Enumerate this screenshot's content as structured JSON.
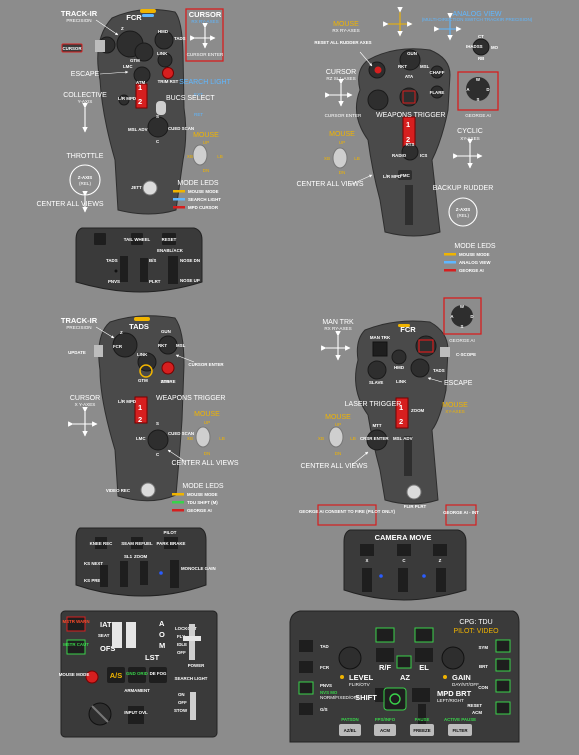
{
  "colors": {
    "background": "#8c8c8c",
    "grip": "#4a4a4a",
    "panel": "#3a3a3a",
    "highlight_red": "#d61f1f",
    "mouse_mode": "#f0b400",
    "analog_view": "#5fb7ff",
    "search_light": "#5fb7ff",
    "mpd_cursor": "#d61f1f",
    "tdu_shift": "#39d24a",
    "george_ai": "#d61f1f"
  },
  "g1": {
    "track_ir": "TRACK-IR",
    "precision": "PRECISION",
    "fcr": "FCR",
    "z": "Z",
    "hmd": "HMD",
    "gtm": "GTM",
    "tads": "TADS",
    "lmc": "LMC",
    "link": "LINK",
    "atm": "ATM",
    "cursor_btn": "CURSOR",
    "cursor_label": "CURSOR",
    "cursor_sub": "RX RY-AXES",
    "cursor_enter": "CURSOR ENTER",
    "escape": "ESCAPE",
    "collective": "COLLECTIVE",
    "y_axis": "Y-AXIS",
    "throttle": "THROTTLE",
    "z_axis": "Z-AXIS",
    "rel": "(REL)",
    "trim_rst": "TRIM RST",
    "search_light": "SEARCH LIGHT",
    "bucs_select": "BUCS SELECT",
    "ext": "EXT",
    "ret": "RET",
    "l_r_mpd": "L/R MPD",
    "msl_adv": "MSL ADV",
    "cued_scan": "CUED SCAN",
    "s": "S",
    "c": "C",
    "mouse": "MOUSE",
    "up": "UP",
    "dn": "DN",
    "xb": "XB",
    "lb": "LB",
    "num1": "1",
    "num2": "2",
    "jett": "JETT",
    "center_all_views": "CENTER ALL VIEWS",
    "mode_leds": "MODE LEDS",
    "legend": [
      "MOUSE MODE",
      "SEARCH LIGHT",
      "MPD CURSOR"
    ]
  },
  "p1": {
    "tads": "TADS",
    "tail_wheel": "TAIL WHEEL",
    "reset": "RESET",
    "pnvs": "PNVS",
    "bs": "B/S",
    "plrt": "PLRT",
    "enable_ack": "ENABL/ACK",
    "nose_dn": "NOSE DN",
    "nose_up": "NOSE UP"
  },
  "g2": {
    "mouse": "MOUSE",
    "mouse_sub": "RX RY-AXES",
    "analog_view": "ANALOG VIEW",
    "analog_sub": "(MULTI-DIRECTION SWITCH TRACKIR PRECISION)",
    "reset_all_rudder": "RESET ALL RUDDER AXES",
    "cursor": "CURSOR",
    "cursor_sub": "RZ SL1-AXES",
    "cursor_enter": "CURSOR ENTER",
    "gun": "GUN",
    "rkt": "RKT",
    "msl": "MSL",
    "atk": "ATA",
    "chaff": "CHAFF",
    "flare": "FLARE",
    "ihadss": "IHADSS",
    "ct": "CT",
    "mo": "MO",
    "rb": "RB",
    "weapons_trigger": "WEAPONS TRIGGER",
    "george_ai": "GEORGE AI",
    "w": "W",
    "a": "A",
    "d": "D",
    "s": "S",
    "num1": "1",
    "num2": "2",
    "up": "UP",
    "dn": "DN",
    "xb": "XB",
    "lb": "LB",
    "rts": "RTS",
    "radio": "RADIO",
    "ics": "ICS",
    "fmc": "FMC",
    "l_r_mpd": "L/R MPD",
    "cyclic": "CYCLIC",
    "xy_axes": "XY-AXES",
    "backup_rudder": "BACKUP RUDDER",
    "z_axis": "Z-AXIS",
    "rel": "(REL)",
    "center_all_views": "CENTER ALL VIEWS",
    "mode_leds": "MODE LEDS",
    "legend": [
      "MOUSE MODE",
      "ANALOG VIEW",
      "GEORGE AI"
    ]
  },
  "g3": {
    "track_ir": "TRACK-IR",
    "precision": "PRECISION",
    "tads": "TADS",
    "fcr": "FCR",
    "gtm": "GTM",
    "ata": "ATA",
    "link": "LINK",
    "lmc": "LMC",
    "gun": "GUN",
    "rkt": "RKT",
    "msl": "MSL",
    "update": "UPDATE",
    "cursor_enter": "CURSOR ENTER",
    "store": "STORE",
    "cursor": "CURSOR",
    "cursor_sub": "X Y-AXES",
    "weapons_trigger": "WEAPONS TRIGGER",
    "l_r_mpd": "L/R MPD",
    "mouse": "MOUSE",
    "up": "UP",
    "dn": "DN",
    "xb": "XB",
    "lb": "LB",
    "s": "S",
    "c": "C",
    "cued_scan": "CUED SCAN",
    "num1": "1",
    "num2": "2",
    "center_all_views": "CENTER ALL VIEWS",
    "video_rec": "VIDEO REC",
    "mode_leds": "MODE LEDS",
    "legend": [
      "MOUSE MODE",
      "TDU SHIFT (M)",
      "GEORGE AI"
    ]
  },
  "p3": {
    "pilot": "PILOT",
    "knee_rec": "KNEE REC",
    "seam_refuel": "SEAM REFUEL",
    "park_brake": "PARK BRAKE",
    "sl1": "SL1",
    "zoom": "ZOOM",
    "mdncl_gain": "MONOCLE GAIN",
    "ks_next": "KS NEXT",
    "ks_prev": "KS PREV"
  },
  "g4": {
    "man_trk": "MAN TRK",
    "man_trk_sub": "RX RY-AXES",
    "fcr": "FCR",
    "man_trk_btn": "MAN TRK",
    "hmd": "HMD",
    "tads": "TADS",
    "c_scope": "C-SCOPE",
    "escape": "ESCAPE",
    "george_ai": "GEORGE AI",
    "w": "W",
    "a": "A",
    "d": "D",
    "s": "S",
    "slave": "SLAVE",
    "link": "LINK",
    "zoom": "ZOOM",
    "laser_trigger": "LASER TRIGGER",
    "mouse": "MOUSE",
    "mouse_sub": "XY-AXES",
    "up": "UP",
    "dn": "DN",
    "xb": "XB",
    "lb": "LB",
    "mtt": "MTT",
    "crsr_enter": "CRSR ENTER",
    "msl_adv": "MSL ADV",
    "num1": "1",
    "num2": "2",
    "center_all_views": "CENTER ALL VIEWS",
    "flir_plrt": "FLIR PLRT",
    "george_consent": "GEORGE AI CONSENT TO FIRE (PILOT ONLY)",
    "george_int": "GEORGE AI - INT"
  },
  "p4": {
    "camera_move": "CAMERA MOVE",
    "x": "X",
    "c": "C",
    "z": "Z"
  },
  "p5": {
    "mstr_warn": "MSTR WARN",
    "mstr_caut": "MSTR CAUT",
    "iat": "IAT",
    "ofs": "OFS",
    "seat": "SEAT",
    "lst": "LST",
    "a": "A",
    "o": "O",
    "m": "M",
    "lockout": "LOCKOUT",
    "fly": "FLY",
    "idle": "IDLE",
    "off": "OFF",
    "power": "POWER",
    "mouse_mode": "MOUSE MODE",
    "as": "A/S",
    "gnd_orid": "GND ORID",
    "de_fog": "DE FOG",
    "armament": "ARMAMENT",
    "search_light": "SEARCH LIGHT",
    "on": "ON",
    "stow": "STOW",
    "input_ovl": "INPUT OVL"
  },
  "p6": {
    "cpg_tdu": "CPG: TDU",
    "pilot_video": "PILOT: VIDEO",
    "tad": "TAD",
    "fcr": "FCR",
    "pnvs": "PNVS",
    "gs": "G/S",
    "rf": "R/F",
    "el": "EL",
    "az": "AZ",
    "level": "LEVEL",
    "level_sub": "FLIR/OTV",
    "gain": "GAIN",
    "gain_sub": "DAY/NT/OFF",
    "nvs_mode": "NVS MO",
    "nvs_sub": "NORM/FIXED/OFF",
    "shift": "SHIFT",
    "mpd_brt": "MPD BRT",
    "mpd_sub": "LEFT/RIGHT",
    "sym": "SYM",
    "brt": "BRT",
    "con": "CON",
    "reset": "RESET",
    "acm": "ACM",
    "patsdn": "PATSDN",
    "fps_info": "FPS/INFO",
    "pause": "PAUSE",
    "active_pause": "ACTIVE PAUSE",
    "btn_azel": "AZ/EL",
    "btn_acm": "ACM",
    "btn_freeze": "FREEZE",
    "btn_filter": "FILTER"
  }
}
